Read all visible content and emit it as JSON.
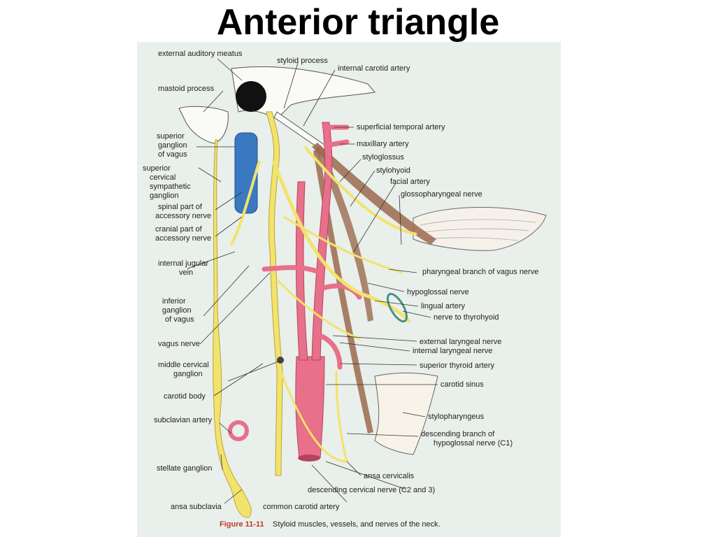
{
  "title": "Anterior triangle",
  "figure": {
    "caption_number": "Figure 11-11",
    "caption_text": "Styloid muscles, vessels, and nerves of the neck.",
    "colors": {
      "artery": "#e8708a",
      "nerve": "#f2e36b",
      "vein": "#3a78c2",
      "muscle": "#9b6a4e",
      "bone": "#fafaf6",
      "background": "#e9efea"
    },
    "left_labels": {
      "external_auditory_meatus": "external auditory meatus",
      "mastoid_process": "mastoid process",
      "superior_ganglion_1": "superior",
      "superior_ganglion_2": "ganglion",
      "superior_ganglion_3": "of vagus",
      "superior_cervical_1": "superior",
      "superior_cervical_2": "cervical",
      "superior_cervical_3": "sympathetic",
      "superior_cervical_4": "ganglion",
      "spinal_accessory_1": "spinal part of",
      "spinal_accessory_2": "accessory nerve",
      "cranial_accessory_1": "cranial part of",
      "cranial_accessory_2": "accessory nerve",
      "internal_jugular_1": "internal jugular",
      "internal_jugular_2": "vein",
      "inferior_ganglion_1": "inferior",
      "inferior_ganglion_2": "ganglion",
      "inferior_ganglion_3": "of vagus",
      "vagus_nerve": "vagus nerve",
      "middle_cervical_1": "middle cervical",
      "middle_cervical_2": "ganglion",
      "carotid_body": "carotid body",
      "subclavian_artery": "subclavian artery",
      "stellate_ganglion": "stellate ganglion",
      "ansa_subclavia": "ansa subclavia"
    },
    "right_labels": {
      "styloid_process": "styloid process",
      "internal_carotid_artery": "internal carotid artery",
      "superficial_temporal_artery": "superficial temporal artery",
      "maxillary_artery": "maxillary artery",
      "styloglossus": "styloglossus",
      "stylohyoid": "stylohyoid",
      "facial_artery": "facial artery",
      "glossopharyngeal_nerve": "glossopharyngeal nerve",
      "pharyngeal_branch": "pharyngeal branch of vagus nerve",
      "hypoglossal_nerve": "hypoglossal nerve",
      "lingual_artery": "lingual artery",
      "nerve_to_thyrohyoid": "nerve to thyrohyoid",
      "external_laryngeal": "external laryngeal nerve",
      "internal_laryngeal": "internal laryngeal nerve",
      "superior_thyroid_artery": "superior thyroid artery",
      "carotid_sinus": "carotid sinus",
      "stylopharyngeus": "stylopharyngeus",
      "descending_branch_1": "descending branch of",
      "descending_branch_2": "hypoglossal nerve (C1)",
      "ansa_cervicalis": "ansa cervicalis",
      "descending_cervical": "descending cervical nerve (C2 and 3)",
      "common_carotid": "common carotid artery"
    }
  }
}
